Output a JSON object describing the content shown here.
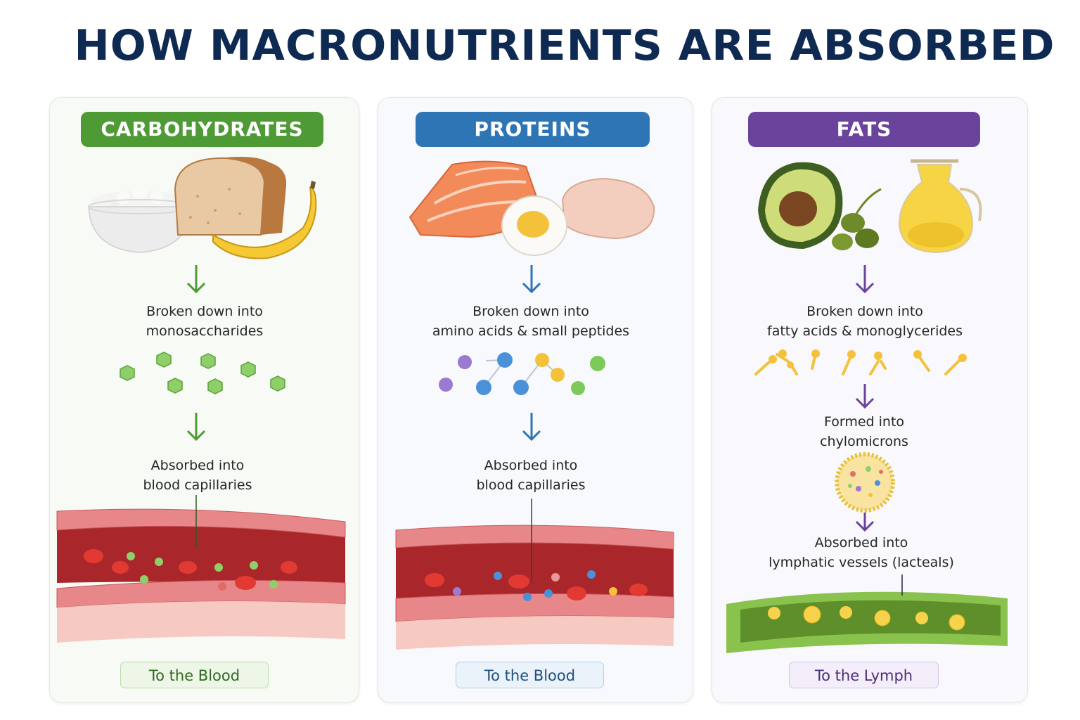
{
  "title": "HOW MACRONUTRIENTS ARE ABSORBED",
  "colors": {
    "carbohydrates": "#4e9a35",
    "proteins": "#2e75b6",
    "fats": "#6a449c",
    "title": "#0f2a52"
  },
  "panels": {
    "carbohydrates": {
      "heading": "CARBOHYDRATES",
      "foods": [
        "rice bowl",
        "bread",
        "banana"
      ],
      "step1": {
        "line1": "Broken down into",
        "line2": "monosaccharides"
      },
      "step2": {
        "line1": "Absorbed into",
        "line2": "blood capillaries"
      },
      "destination": "To the Blood"
    },
    "proteins": {
      "heading": "PROTEINS",
      "foods": [
        "salmon",
        "boiled egg",
        "chicken breast"
      ],
      "step1": {
        "line1": "Broken down into",
        "line2": "amino acids & small peptides"
      },
      "step2": {
        "line1": "Absorbed into",
        "line2": "blood capillaries"
      },
      "destination": "To the Blood"
    },
    "fats": {
      "heading": "FATS",
      "foods": [
        "avocado",
        "olives",
        "olive oil"
      ],
      "step1": {
        "line1": "Broken down into",
        "line2": "fatty acids & monoglycerides"
      },
      "step2": {
        "line1": "Formed into",
        "line2": "chylomicrons"
      },
      "step3": {
        "line1": "Absorbed into",
        "line2": "lymphatic vessels (lacteals)"
      },
      "destination": "To the Lymph"
    }
  }
}
